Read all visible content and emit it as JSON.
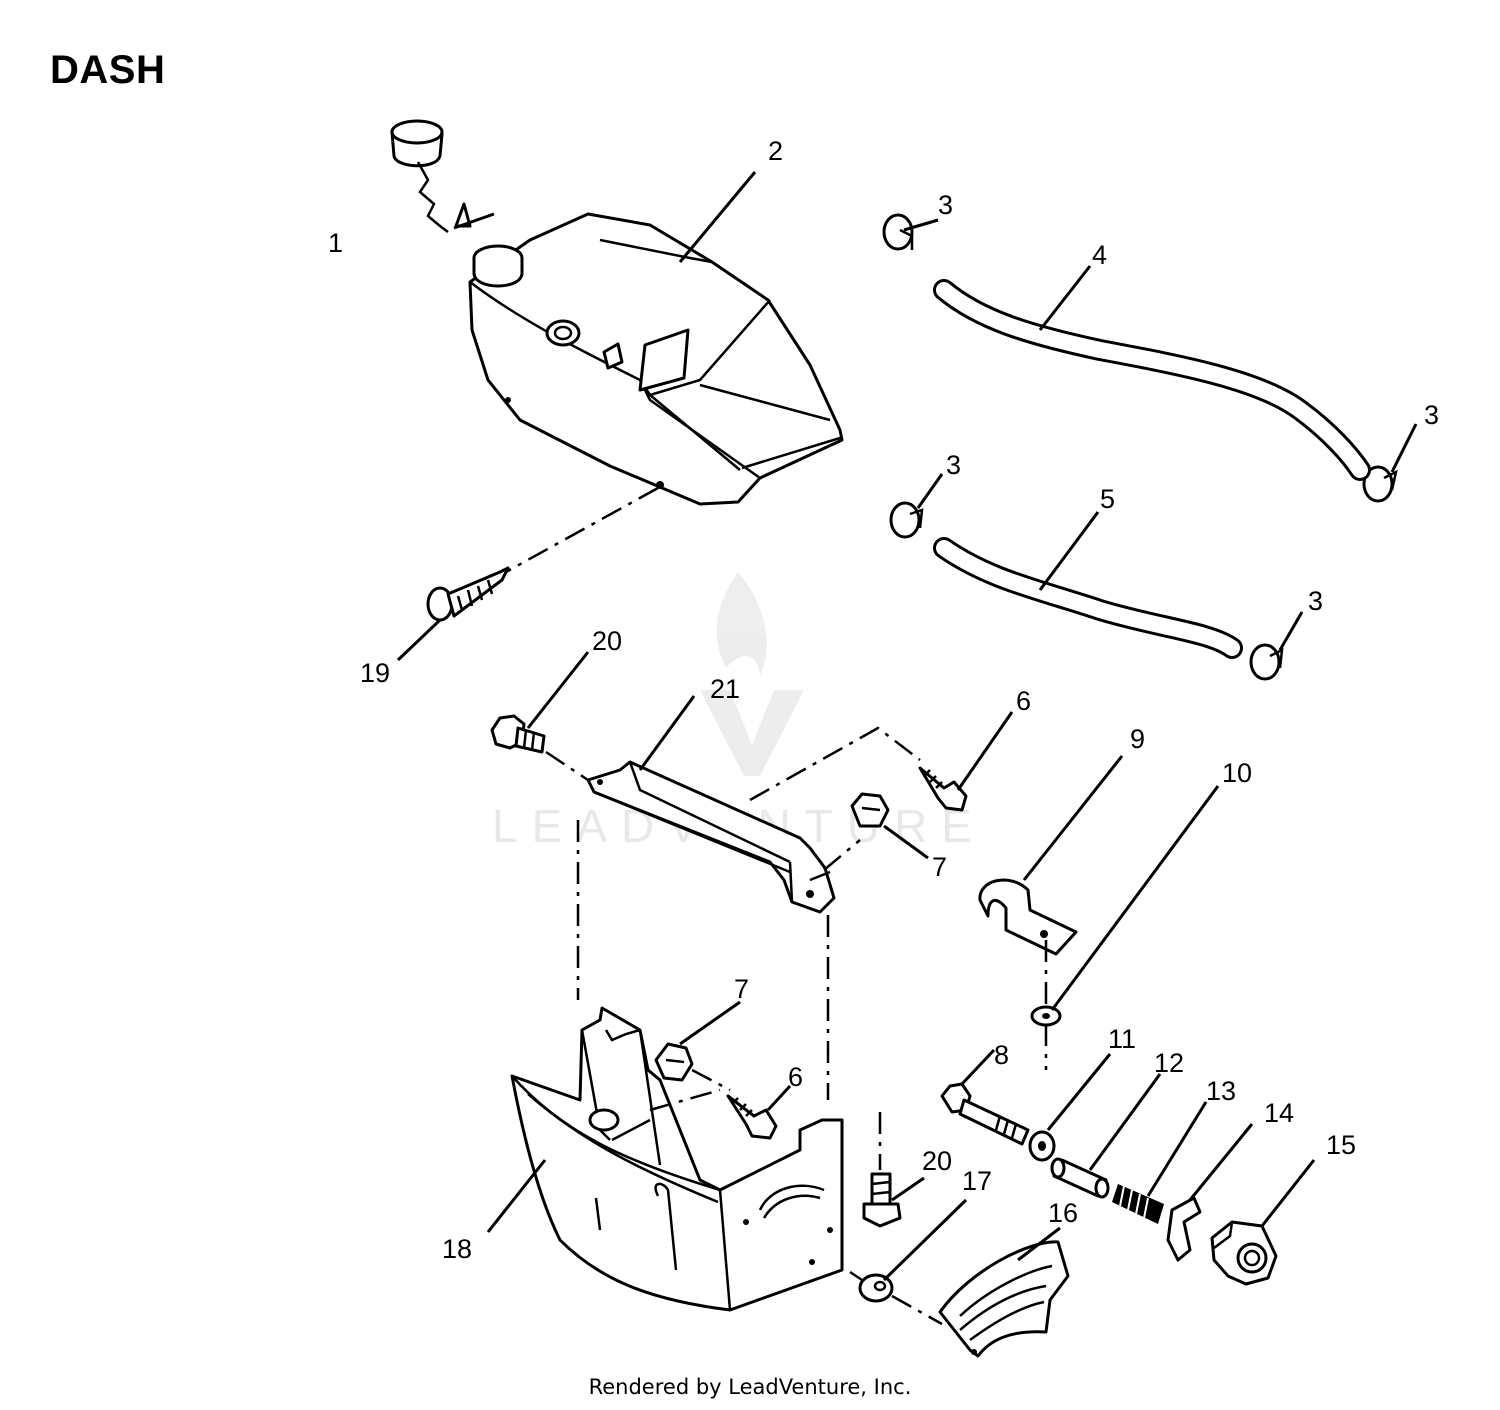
{
  "title": "DASH",
  "footer": "Rendered by LeadVenture, Inc.",
  "watermark": "LEADVENTURE",
  "callouts": [
    "1",
    "2",
    "3",
    "4",
    "3",
    "3",
    "5",
    "3",
    "19",
    "20",
    "21",
    "6",
    "9",
    "10",
    "7",
    "7",
    "6",
    "8",
    "11",
    "12",
    "13",
    "14",
    "15",
    "20",
    "17",
    "16",
    "18"
  ]
}
